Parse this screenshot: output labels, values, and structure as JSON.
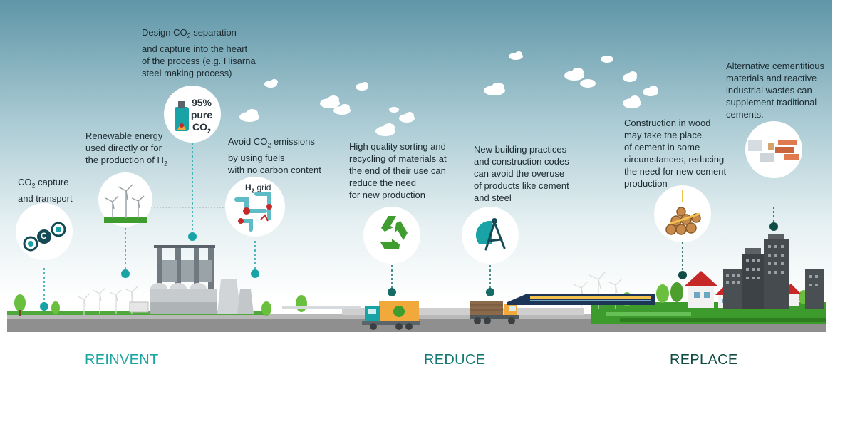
{
  "diagram": {
    "captions": {
      "capture": {
        "line1_pre": "CO",
        "line1_sub": "2",
        "line1_post": " capture",
        "line2": "and transport"
      },
      "renewable": {
        "line1": "Renewable energy",
        "line2": "used directly or for",
        "line3_pre": "the production of H",
        "line3_sub": "2"
      },
      "design": {
        "line1_pre": "Design CO",
        "line1_sub": "2",
        "line1_post": " separation",
        "line2": "and capture into the heart",
        "line3": "of the process (e.g. Hisarna",
        "line4": "steel making process)"
      },
      "avoid": {
        "line1_pre": "Avoid CO",
        "line1_sub": "2",
        "line1_post": " emissions",
        "line2": "by using fuels",
        "line3": "with no carbon content"
      },
      "recycling": {
        "line1": "High quality sorting and",
        "line2": "recycling of materials at",
        "line3": "the end of their use can",
        "line4": "reduce the need",
        "line5": "for new production"
      },
      "building": {
        "line1": "New building practices",
        "line2": "and construction codes",
        "line3": "can avoid the overuse",
        "line4": "of products like cement",
        "line5": "and steel"
      },
      "wood": {
        "line1": "Construction in wood",
        "line2": "may take the place",
        "line3": "of cement in some",
        "line4": "circumstances, reducing",
        "line5": "the need for new cement",
        "line6": "production"
      },
      "alternative": {
        "line1": "Alternative cementitious",
        "line2": "materials and reactive",
        "line3": "industrial wastes can",
        "line4": "supplement traditional",
        "line5": "cements."
      }
    },
    "icon_labels": {
      "pure_pct": "95%",
      "pure_word": "pure",
      "pure_co": "CO",
      "pure_sub": "2",
      "h2_h": "H",
      "h2_sub": "2",
      "h2_grid": "grid",
      "co2_letter": "C"
    },
    "phases": {
      "reinvent": "REINVENT",
      "reduce": "REDUCE",
      "replace": "REPLACE"
    },
    "colors": {
      "teal": "#1aa3a6",
      "dark_teal": "#156b66",
      "sky": "#5f96a7",
      "grass": "#3f9d2f",
      "ground": "#8c8c8c",
      "reinvent": "#1ba6a3",
      "reduce": "#157a74",
      "replace": "#0f4c43"
    }
  }
}
